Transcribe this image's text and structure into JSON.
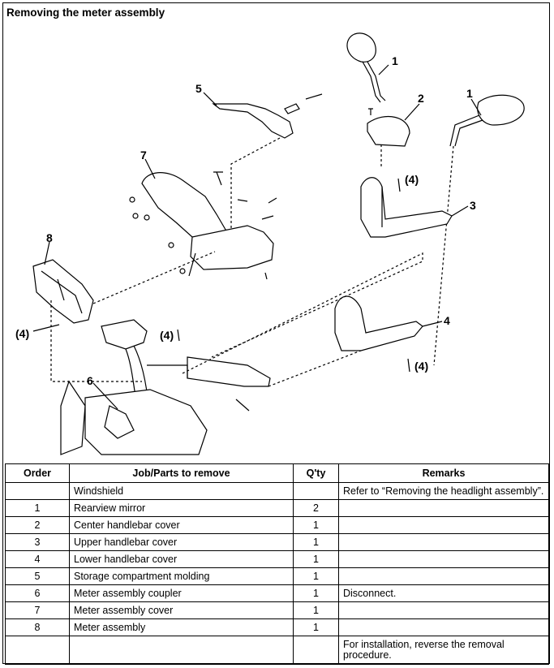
{
  "title": "Removing the meter assembly",
  "callouts": {
    "c1a": "1",
    "c1b": "1",
    "c2": "2",
    "c3": "3",
    "c4": "4",
    "c5": "5",
    "c6": "6",
    "c7": "7",
    "c8": "8",
    "q4a": "(4)",
    "q4b": "(4)",
    "q4c": "(4)",
    "q4d": "(4)"
  },
  "table": {
    "headers": {
      "order": "Order",
      "job": "Job/Parts to remove",
      "qty": "Q'ty",
      "remarks": "Remarks"
    },
    "rows": [
      {
        "order": "",
        "job": "Windshield",
        "qty": "",
        "remarks": "Refer to “Removing the headlight assembly”."
      },
      {
        "order": "1",
        "job": "Rearview mirror",
        "qty": "2",
        "remarks": ""
      },
      {
        "order": "2",
        "job": "Center handlebar cover",
        "qty": "1",
        "remarks": ""
      },
      {
        "order": "3",
        "job": "Upper handlebar cover",
        "qty": "1",
        "remarks": ""
      },
      {
        "order": "4",
        "job": "Lower handlebar cover",
        "qty": "1",
        "remarks": ""
      },
      {
        "order": "5",
        "job": "Storage compartment molding",
        "qty": "1",
        "remarks": ""
      },
      {
        "order": "6",
        "job": "Meter assembly coupler",
        "qty": "1",
        "remarks": "Disconnect."
      },
      {
        "order": "7",
        "job": "Meter assembly cover",
        "qty": "1",
        "remarks": ""
      },
      {
        "order": "8",
        "job": "Meter assembly",
        "qty": "1",
        "remarks": ""
      },
      {
        "order": "",
        "job": "",
        "qty": "",
        "remarks": "For installation, reverse the removal procedure."
      }
    ]
  }
}
